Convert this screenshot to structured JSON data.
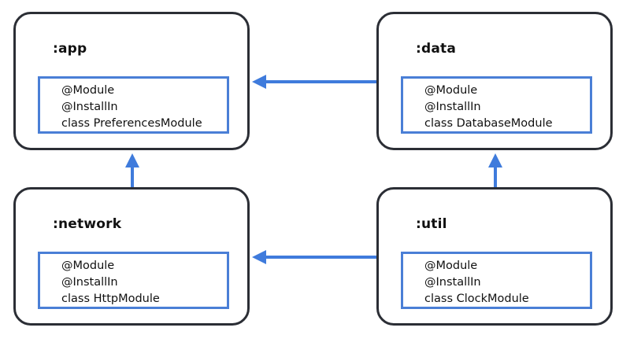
{
  "colors": {
    "box_border": "#2b2e35",
    "code_border": "#4a7fd6",
    "arrow": "#3f7bdc"
  },
  "modules": {
    "app": {
      "title": ":app",
      "lines": [
        "@Module",
        "@InstallIn",
        "class PreferencesModule"
      ]
    },
    "data": {
      "title": ":data",
      "lines": [
        "@Module",
        "@InstallIn",
        "class DatabaseModule"
      ]
    },
    "network": {
      "title": ":network",
      "lines": [
        "@Module",
        "@InstallIn",
        "class HttpModule"
      ]
    },
    "util": {
      "title": ":util",
      "lines": [
        "@Module",
        "@InstallIn",
        "class ClockModule"
      ]
    }
  },
  "dependencies": [
    {
      "from": "data",
      "to": "app"
    },
    {
      "from": "network",
      "to": "app"
    },
    {
      "from": "util",
      "to": "data"
    },
    {
      "from": "util",
      "to": "network"
    }
  ]
}
